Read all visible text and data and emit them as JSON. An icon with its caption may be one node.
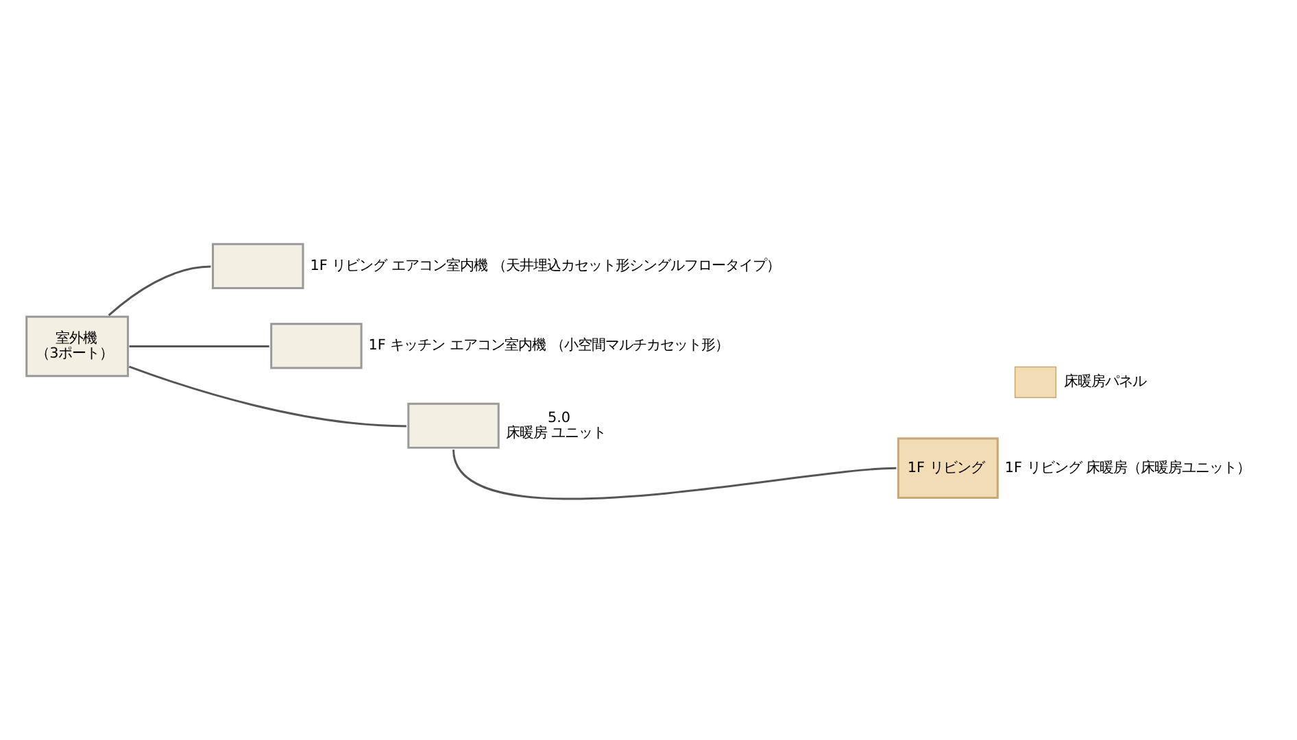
{
  "diagram": {
    "nodes": [
      {
        "text": [
          "室外機",
          "（3ポート）"
        ]
      },
      {
        "text": [],
        "shape": "box",
        "beside": [
          "1F リビング エアコン室内機 （天井埋込カセット形シングルフロータイプ）"
        ]
      },
      {
        "text": [],
        "shape": "box",
        "beside": [
          "1F キッチン エアコン室内機 （小空間マルチカセット形）"
        ]
      },
      {
        "text": [],
        "shape": "box",
        "beside": [
          "5.0",
          "床暖房 ユニット"
        ]
      },
      {
        "text": [
          "1F リビング"
        ],
        "beside": [
          "1F リビング 床暖房（床暖房ユニット）"
        ]
      }
    ],
    "edges": [
      {
        "from": 0,
        "to": 1,
        "arrow": "none"
      },
      {
        "from": 0,
        "to": 2,
        "arrow": "none"
      },
      {
        "from": 0,
        "to": 3,
        "arrow": "none"
      },
      {
        "from": 3,
        "to": 4,
        "arrow": "none"
      }
    ],
    "legend": [
      {
        "text": "床暖房パネル",
        "color": "#f2dcb5"
      }
    ]
  }
}
